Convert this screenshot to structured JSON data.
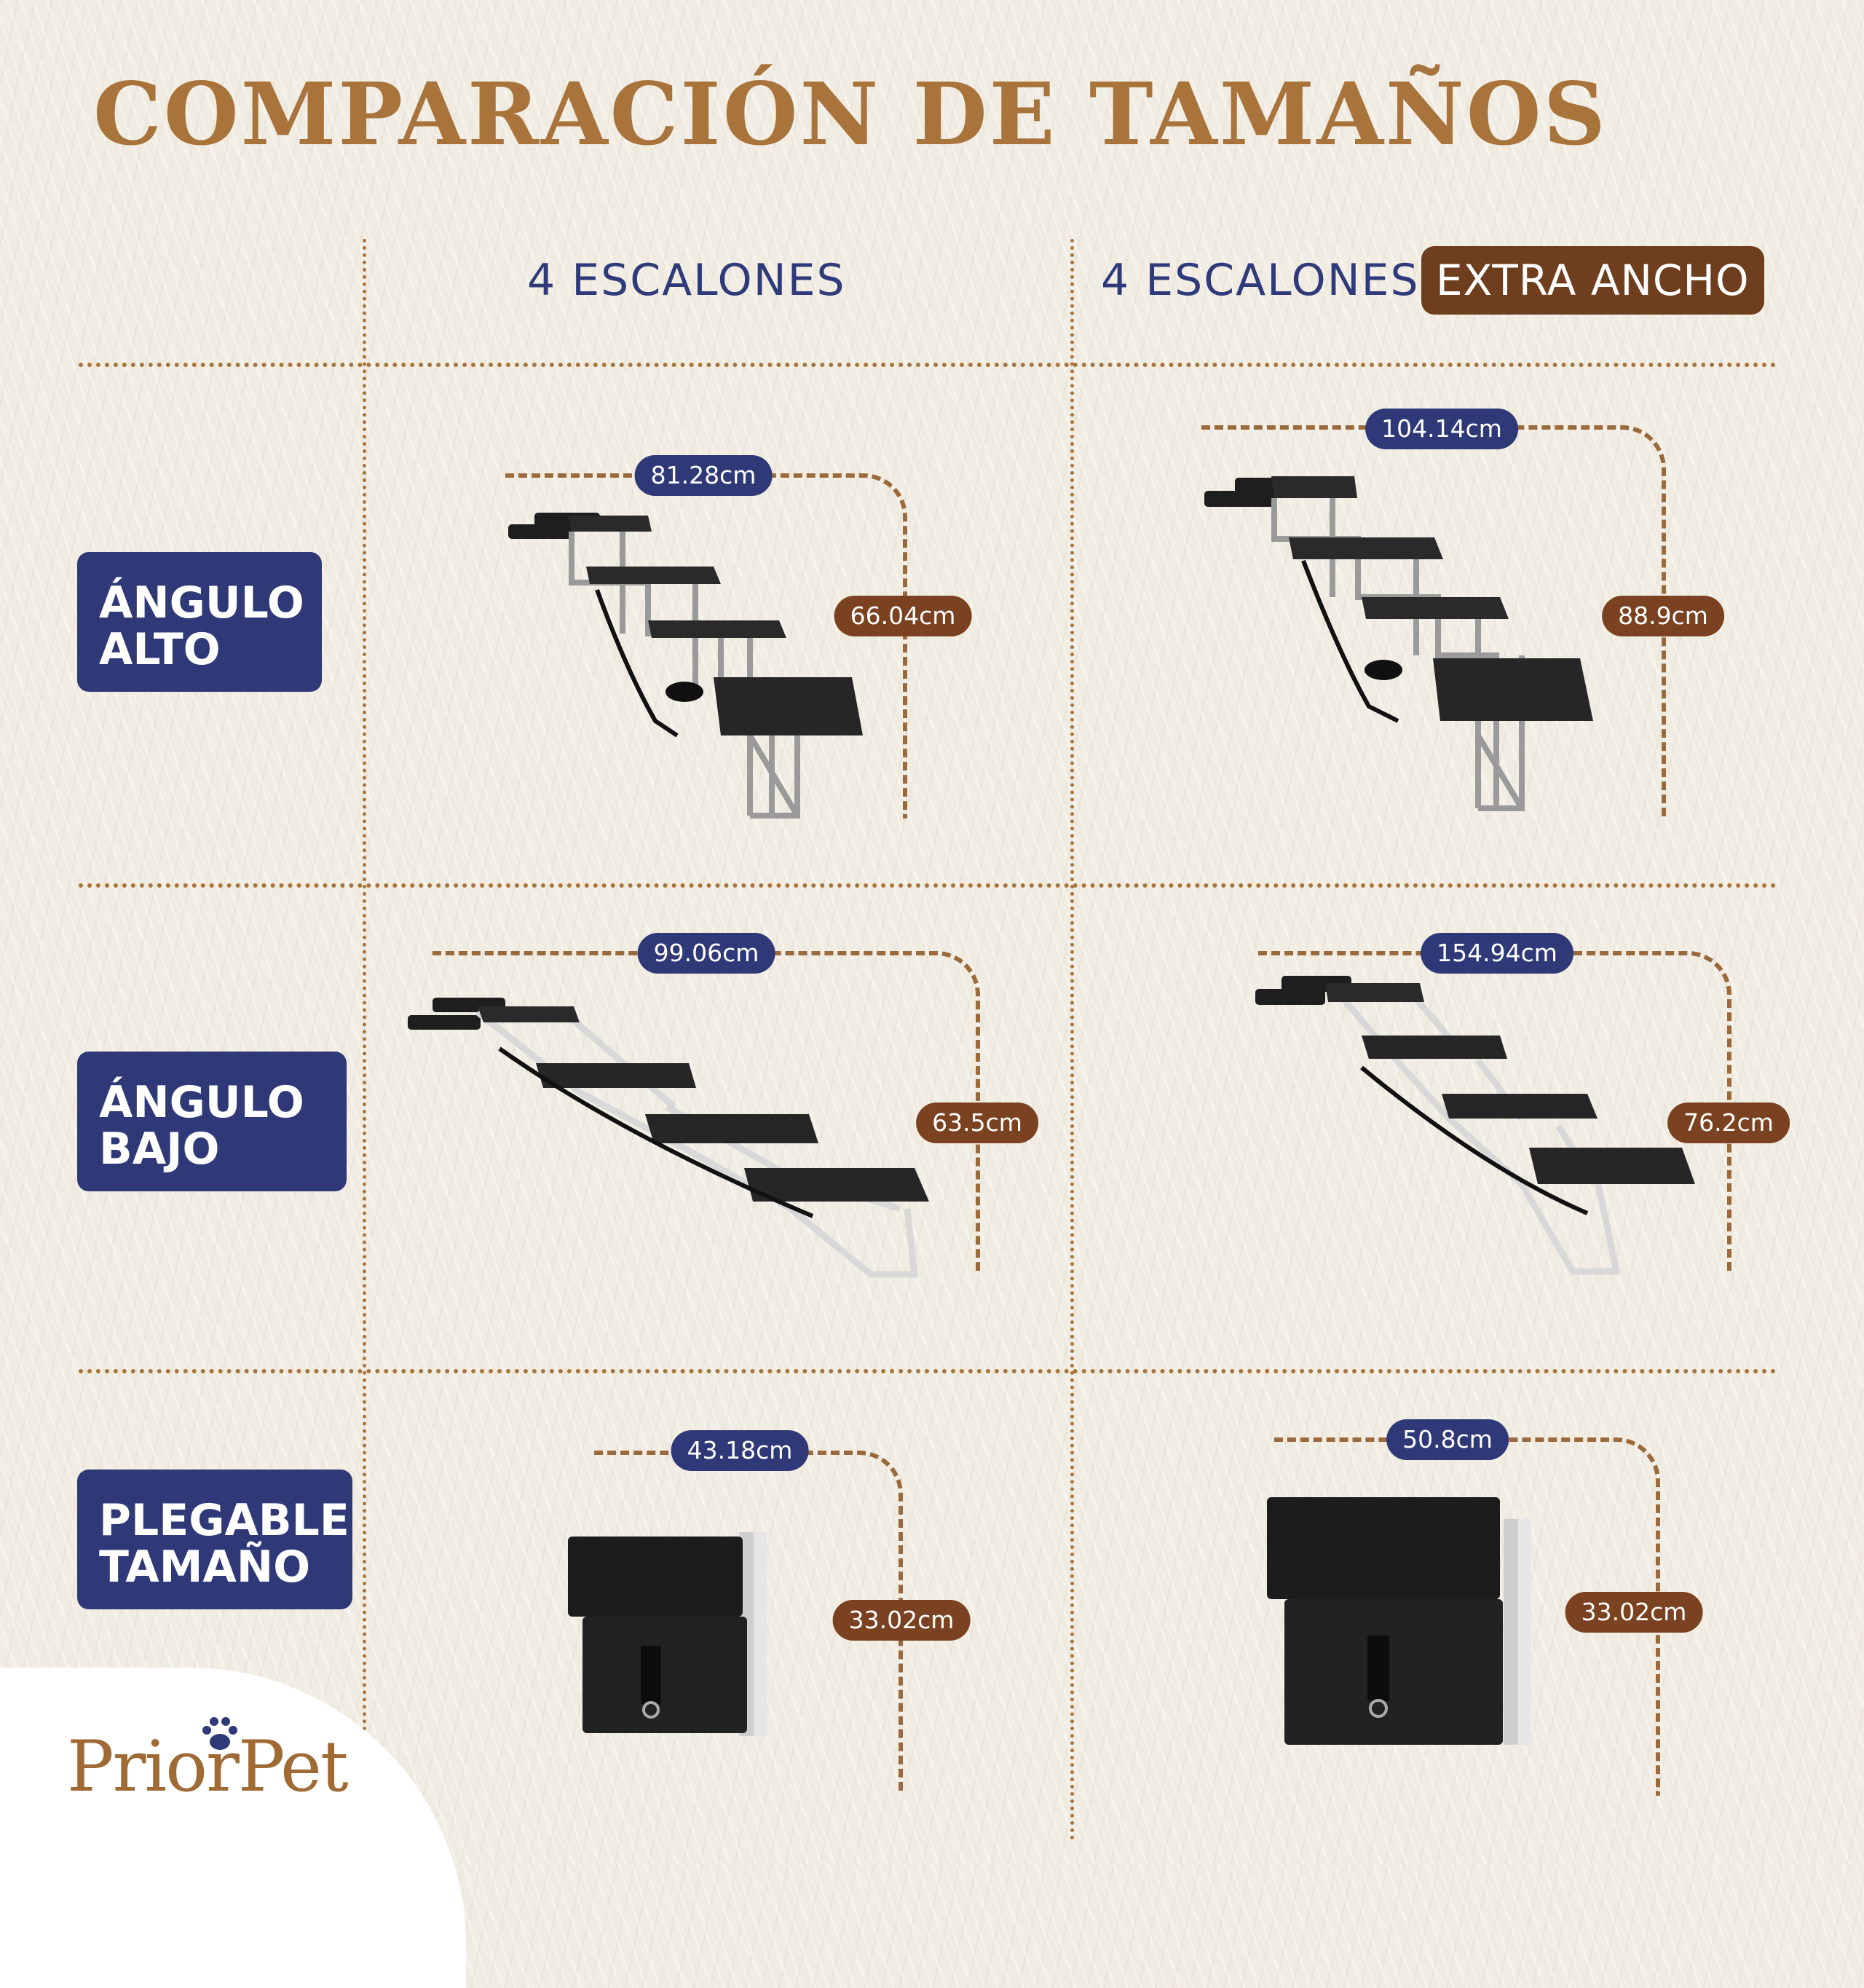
{
  "title": "COMPARACIÓN DE TAMAÑOS",
  "columns": [
    {
      "label": "4 ESCALONES",
      "badge": ""
    },
    {
      "label": "4 ESCALONES",
      "badge": "EXTRA ANCHO"
    }
  ],
  "rows": [
    {
      "label_lines": [
        "ÁNGULO",
        "ALTO"
      ]
    },
    {
      "label_lines": [
        "ÁNGULO",
        "BAJO"
      ]
    },
    {
      "label_lines": [
        "PLEGABLE",
        "TAMAÑO"
      ]
    }
  ],
  "dimensions": {
    "standard_high": {
      "width": "81.28cm",
      "height": "66.04cm"
    },
    "wide_high": {
      "width": "104.14cm",
      "height": "88.9cm"
    },
    "standard_low": {
      "width": "99.06cm",
      "height": "63.5cm"
    },
    "wide_low": {
      "width": "154.94cm",
      "height": "76.2cm"
    },
    "standard_folded": {
      "width": "43.18cm",
      "height": "33.02cm"
    },
    "wide_folded": {
      "width": "50.8cm",
      "height": "33.02cm"
    }
  },
  "brand": {
    "name": "PriorPet",
    "logo_icon": "paw-print-icon"
  },
  "colors": {
    "accent_gold": "#a8743c",
    "navy": "#2f3978",
    "brown": "#7a4220",
    "background": "#f1ece2"
  }
}
